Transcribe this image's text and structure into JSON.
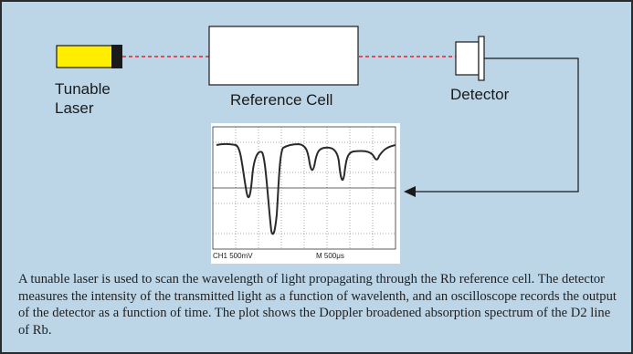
{
  "colors": {
    "background": "#bcd6e8",
    "laser_body": "#ffee00",
    "beam": "#e0242a",
    "trace": "#2a2a2a"
  },
  "labels": {
    "laser": [
      "Tunable",
      "Laser"
    ],
    "reference_cell": "Reference Cell",
    "detector": "Detector"
  },
  "oscilloscope": {
    "channel_readout": "CH1  500mV",
    "time_readout": "M 500μs"
  },
  "caption": "A tunable laser is used to scan the wavelength of light propagating through the Rb reference cell. The detector measures the intensity of the transmitted light as a function of wavelenth, and an oscilloscope records the output of the detector as a function of time. The plot shows the Doppler broadened absorption spectrum of the D2 line of Rb."
}
